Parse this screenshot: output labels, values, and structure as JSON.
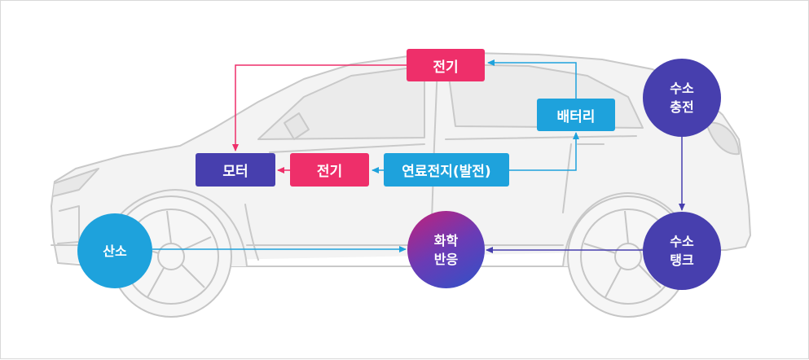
{
  "nodes": {
    "electricity_top": "전기",
    "battery": "배터리",
    "motor": "모터",
    "electricity_mid": "전기",
    "fuel_cell": "연료전지(발전)",
    "oxygen": "산소",
    "chemical_reaction": {
      "line1": "화학",
      "line2": "반응"
    },
    "h2_charging": {
      "line1": "수소",
      "line2": "충전"
    },
    "h2_tank": {
      "line1": "수소",
      "line2": "탱크"
    }
  },
  "colors": {
    "pink": "#ee2f6a",
    "blue": "#1ea2dc",
    "indigo": "#473fae",
    "car_outline": "#c9c9c9"
  },
  "icons": [
    "car-illustration",
    "flow-arrow"
  ]
}
